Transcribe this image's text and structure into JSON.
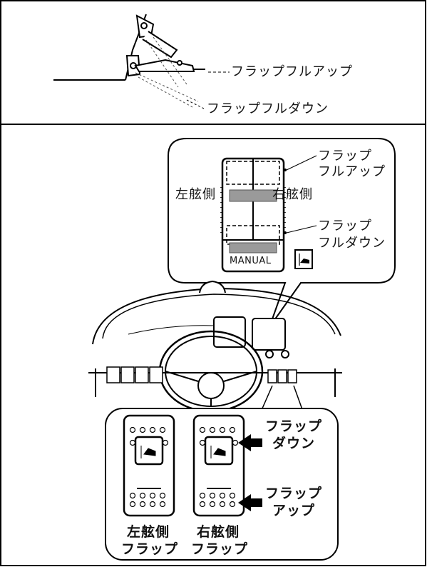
{
  "top_panel": {
    "label_full_up": "フラップフルアップ",
    "label_full_down": "フラップフルダウン"
  },
  "manual_panel": {
    "port_side": "左舷側",
    "starboard_side": "右舷側",
    "full_up_line1": "フラップ",
    "full_up_line2": "フルアップ",
    "full_down_line1": "フラップ",
    "full_down_line2": "フルダウン",
    "manual_label": "MANUAL"
  },
  "switch_panel": {
    "down_line1": "フラップ",
    "down_line2": "ダウン",
    "up_line1": "フラップ",
    "up_line2": "アップ",
    "port_line1": "左舷側",
    "port_line2": "フラップ",
    "starboard_line1": "右舷側",
    "starboard_line2": "フラップ"
  }
}
